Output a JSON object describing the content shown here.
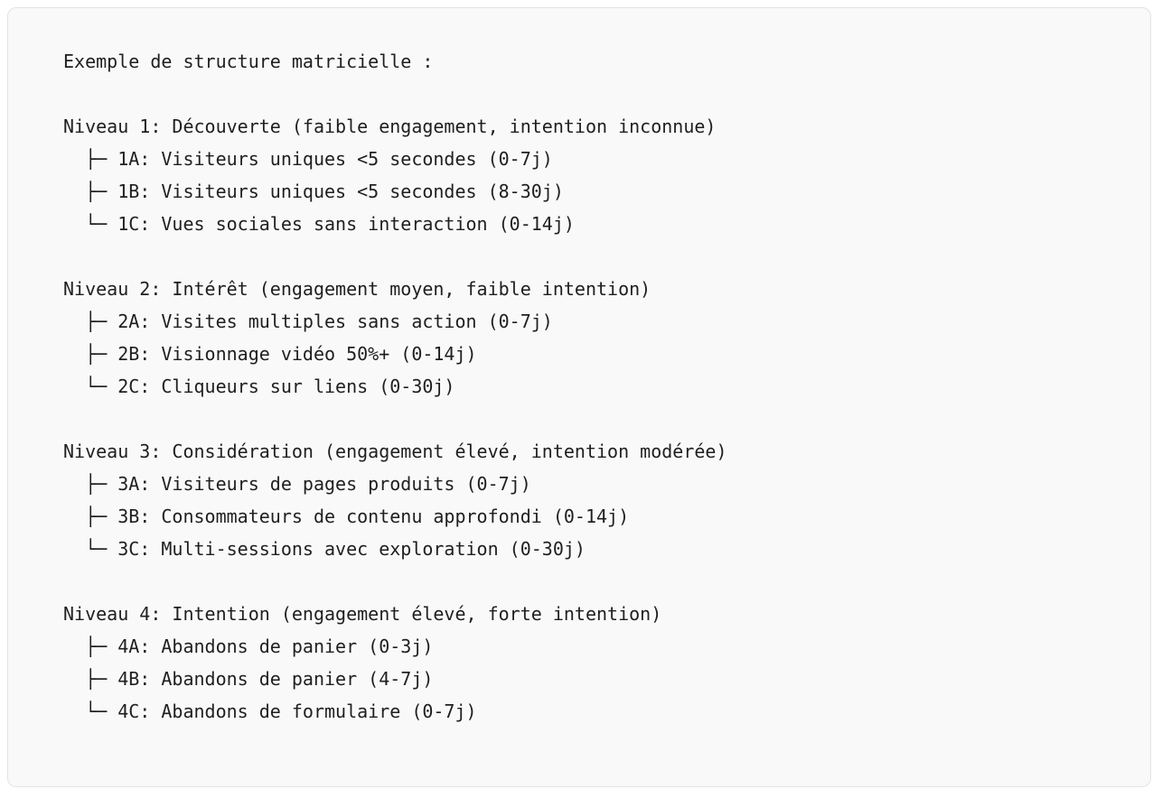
{
  "doc": {
    "intro": "Exemple de structure matricielle :",
    "levels": [
      {
        "title": "Niveau 1: Découverte (faible engagement, intention inconnue)",
        "items": [
          "  ├─ 1A: Visiteurs uniques <5 secondes (0-7j)",
          "  ├─ 1B: Visiteurs uniques <5 secondes (8-30j)",
          "  └─ 1C: Vues sociales sans interaction (0-14j)"
        ]
      },
      {
        "title": "Niveau 2: Intérêt (engagement moyen, faible intention)",
        "items": [
          "  ├─ 2A: Visites multiples sans action (0-7j)",
          "  ├─ 2B: Visionnage vidéo 50%+ (0-14j)",
          "  └─ 2C: Cliqueurs sur liens (0-30j)"
        ]
      },
      {
        "title": "Niveau 3: Considération (engagement élevé, intention modérée)",
        "items": [
          "  ├─ 3A: Visiteurs de pages produits (0-7j)",
          "  ├─ 3B: Consommateurs de contenu approfondi (0-14j)",
          "  └─ 3C: Multi-sessions avec exploration (0-30j)"
        ]
      },
      {
        "title": "Niveau 4: Intention (engagement élevé, forte intention)",
        "items": [
          "  ├─ 4A: Abandons de panier (0-3j)",
          "  ├─ 4B: Abandons de panier (4-7j)",
          "  └─ 4C: Abandons de formulaire (0-7j)"
        ]
      }
    ]
  }
}
